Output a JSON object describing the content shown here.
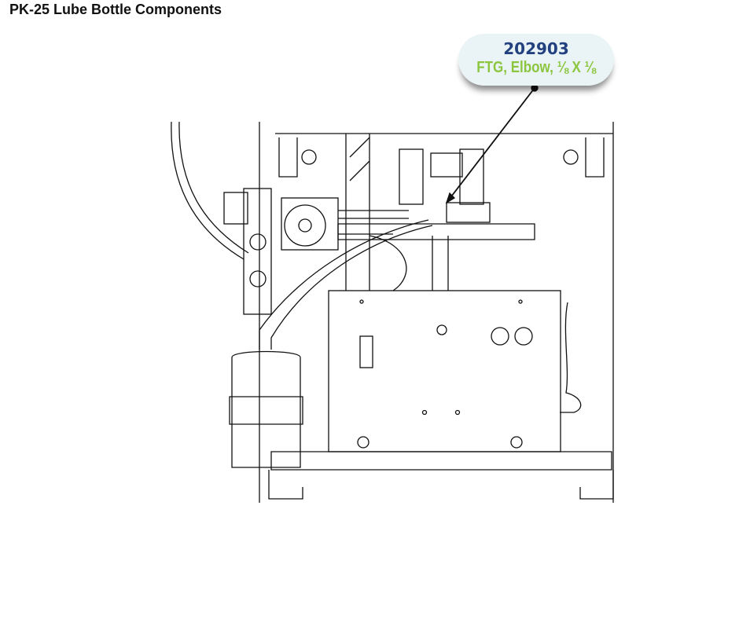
{
  "title": "PK-25 Lube Bottle Components",
  "callout": {
    "part_number": "202903",
    "description": "FTG, Elbow, ⅛ X ⅛"
  },
  "colors": {
    "part_number": "#23407f",
    "description": "#8cc63f",
    "callout_bg": "#eaf4f6"
  }
}
